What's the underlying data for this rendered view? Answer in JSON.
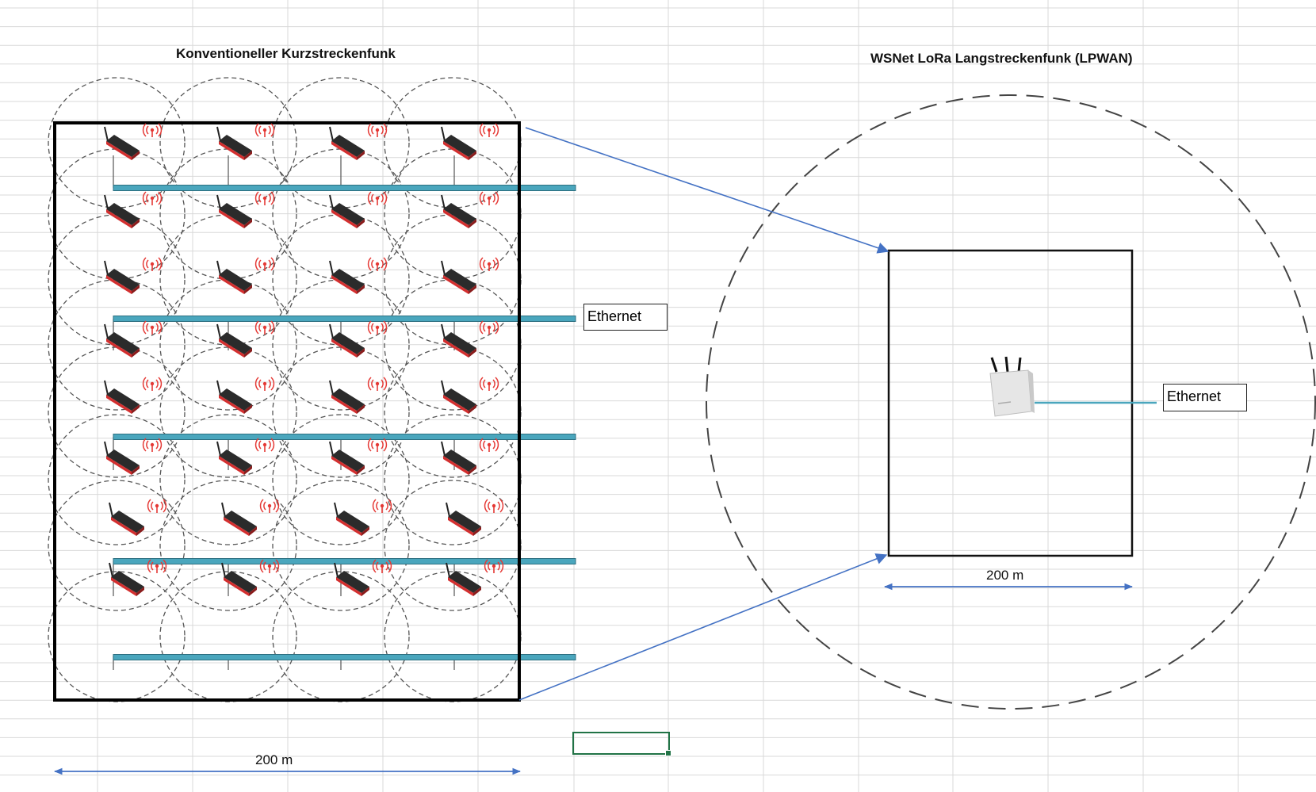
{
  "left_panel": {
    "title": "Konventioneller Kurzstreckenfunk",
    "ethernet_label": "Ethernet",
    "dimension_label": "200 m",
    "node_rows": 8,
    "node_cols": 4,
    "ethernet_bus_count": 5,
    "icons": [
      "router-icon",
      "wifi-signal-icon"
    ]
  },
  "right_panel": {
    "title": "WSNet LoRa Langstreckenfunk (LPWAN)",
    "ethernet_label": "Ethernet",
    "dimension_label": "200 m",
    "icons": [
      "gateway-icon"
    ]
  },
  "colors": {
    "gridline": "#d9d9d9",
    "coverage_circle": "#555555",
    "ethernet_bus": "#4aa6bd",
    "arrow": "#4472c4",
    "router_body": "#2b2b2b",
    "router_accent": "#d32f2f",
    "signal_icon": "#e53935",
    "selection": "#217346"
  }
}
